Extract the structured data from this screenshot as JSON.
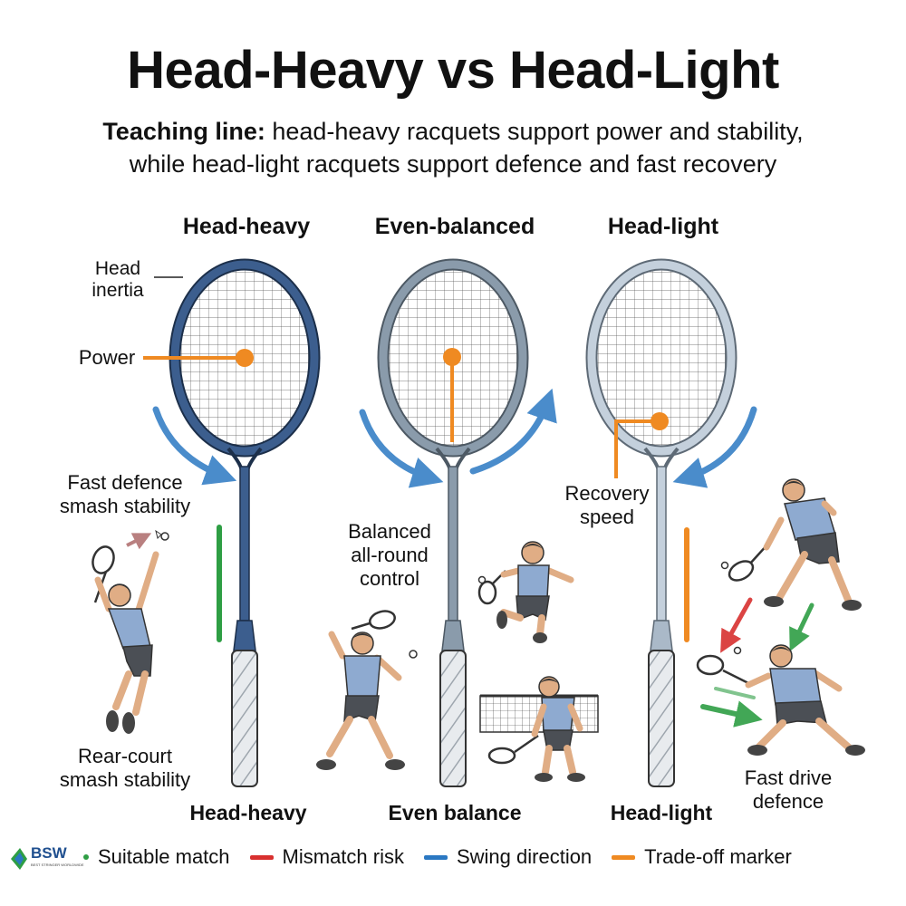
{
  "title": "Head-Heavy vs Head-Light",
  "teaching": {
    "lead": "Teaching line:",
    "line1_rest": " head-heavy racquets support power and stability,",
    "line2": "while head-light racquets support defence and fast recovery"
  },
  "columns": {
    "heavy": {
      "header": "Head-heavy",
      "footer": "Head-heavy"
    },
    "even": {
      "header": "Even-balanced",
      "footer": "Even balance"
    },
    "light": {
      "header": "Head-light",
      "footer": "Head-light"
    }
  },
  "labels": {
    "head_inertia_1": "Head",
    "head_inertia_2": "inertia",
    "power": "Power",
    "fast_defence_1": "Fast defence",
    "fast_defence_2": "smash stability",
    "rear_court_1": "Rear-court",
    "rear_court_2": "smash stability",
    "balanced_1": "Balanced",
    "balanced_2": "all-round",
    "balanced_3": "control",
    "recovery_1": "Recovery",
    "recovery_2": "speed",
    "fast_drive_1": "Fast drive",
    "fast_drive_2": "defence"
  },
  "legend": {
    "logo_text": "BSW",
    "logo_small": "BEST STRINGER WORLDWIDE",
    "items": [
      {
        "label": "Suitable match",
        "color": "#2e9e44"
      },
      {
        "label": "Mismatch risk",
        "color": "#d8302f"
      },
      {
        "label": "Swing direction",
        "color": "#2b78c2"
      },
      {
        "label": "Trade-off marker",
        "color": "#ef8a22"
      }
    ]
  },
  "colors": {
    "heavy_frame": "#3c5e8e",
    "even_frame": "#8a9bab",
    "light_frame": "#aab9c8",
    "marker": "#ef8a22",
    "shirt": "#8eaad0",
    "shorts": "#4b4f55",
    "skin": "#e0ad85"
  }
}
